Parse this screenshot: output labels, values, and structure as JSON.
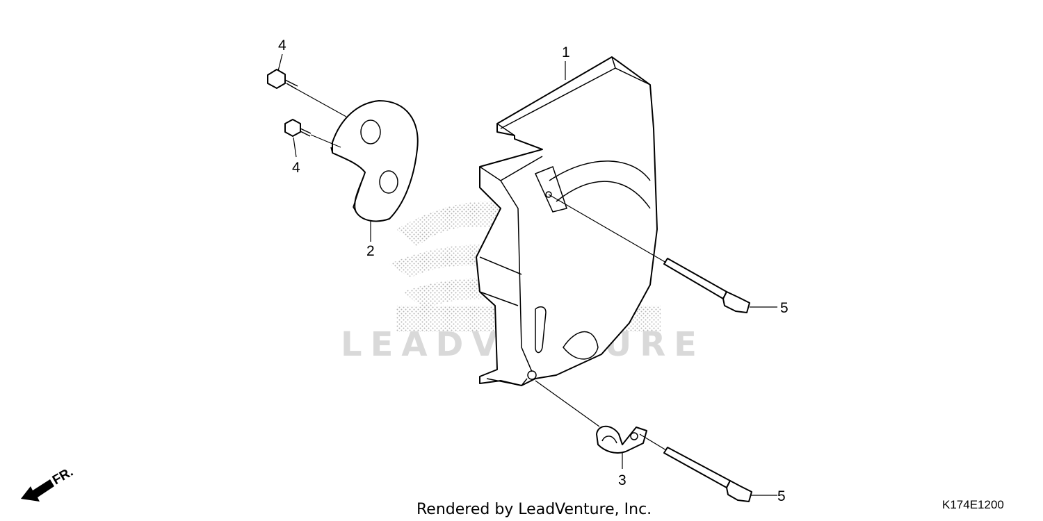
{
  "diagram": {
    "callouts": {
      "c1": "1",
      "c2": "2",
      "c3": "3",
      "c4a": "4",
      "c4b": "4",
      "c5a": "5",
      "c5b": "5"
    },
    "direction_label": "FR.",
    "footer_text": "Rendered by LeadVenture, Inc.",
    "diagram_code": "K174E1200",
    "watermark_text": "LEADVENTURE"
  }
}
